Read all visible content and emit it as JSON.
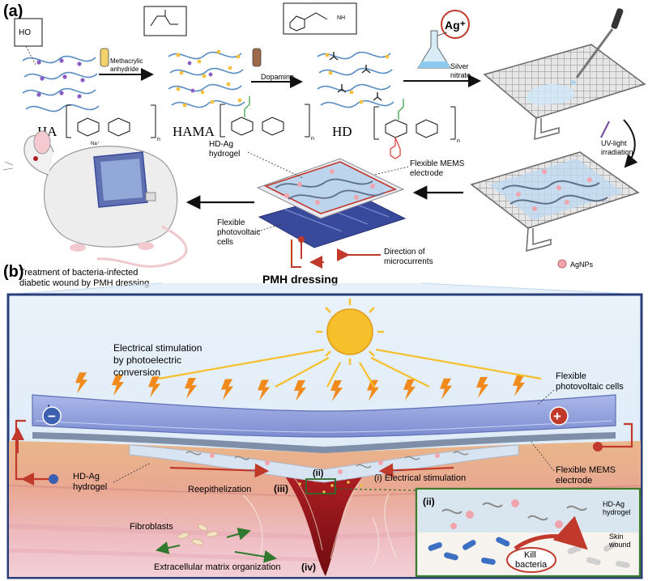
{
  "panel_a": {
    "label": "(a)",
    "chem": {
      "ha_label": "HA",
      "hama_label": "HAMA",
      "hd_label": "HD",
      "step1_reagent": [
        "Methacrylic",
        "anhydride"
      ],
      "step2_reagent": "Dopamine",
      "step3_reagent": [
        "Silver",
        "nitrate"
      ],
      "ion": "Ag⁺",
      "uv_label": [
        "UV-light",
        "irradiation"
      ],
      "ho_group": "HO",
      "nh_group": "NH",
      "subscript_n": "n",
      "na_label": "Na⁺"
    },
    "dressing": {
      "hydrogel_label": [
        "HD-Ag",
        "hydrogel"
      ],
      "mems_label": [
        "Flexible MEMS",
        "electrode"
      ],
      "pv_label": [
        "Flexible",
        "photovoltaic",
        "cells"
      ],
      "current_label": [
        "Direction of",
        "microcurrents"
      ],
      "title": "PMH dressing",
      "agnps_label": "AgNPs"
    },
    "mouse_caption": [
      "Treatment of bacteria-infected",
      "diabetic wound by PMH dressing"
    ]
  },
  "panel_b": {
    "label": "(b)",
    "es_title": [
      "Electrical stimulation",
      "by photoelectric",
      "conversion"
    ],
    "pv_label": [
      "Flexible",
      "photovoltaic cells"
    ],
    "mems_label": [
      "Flexible MEMS",
      "electrode"
    ],
    "hydrogel_label": [
      "HD-Ag",
      "hydrogel"
    ],
    "steps": {
      "i": "(i) Electrical stimulation",
      "ii": "(ii)",
      "iii_text": "Reepithelization",
      "iii_num": "(iii)",
      "iv_text": "Extracellular matrix organization",
      "iv_num": "(iv)"
    },
    "fibroblasts": "Fibroblasts",
    "minus": "−",
    "plus": "+",
    "inset": {
      "label": "(ii)",
      "hydrogel": [
        "HD-Ag",
        "hydrogel"
      ],
      "wound": [
        "Skin",
        "wound"
      ],
      "kill": [
        "Kill",
        "bacteria"
      ]
    }
  },
  "colors": {
    "panel_b_border": "#2a3f7a",
    "pv_blue": "#6f7fc6",
    "bolt": "#f08a1c",
    "sun": "#f5c02b",
    "current_red": "#c0392b",
    "inset_border": "#3e7a2f"
  }
}
